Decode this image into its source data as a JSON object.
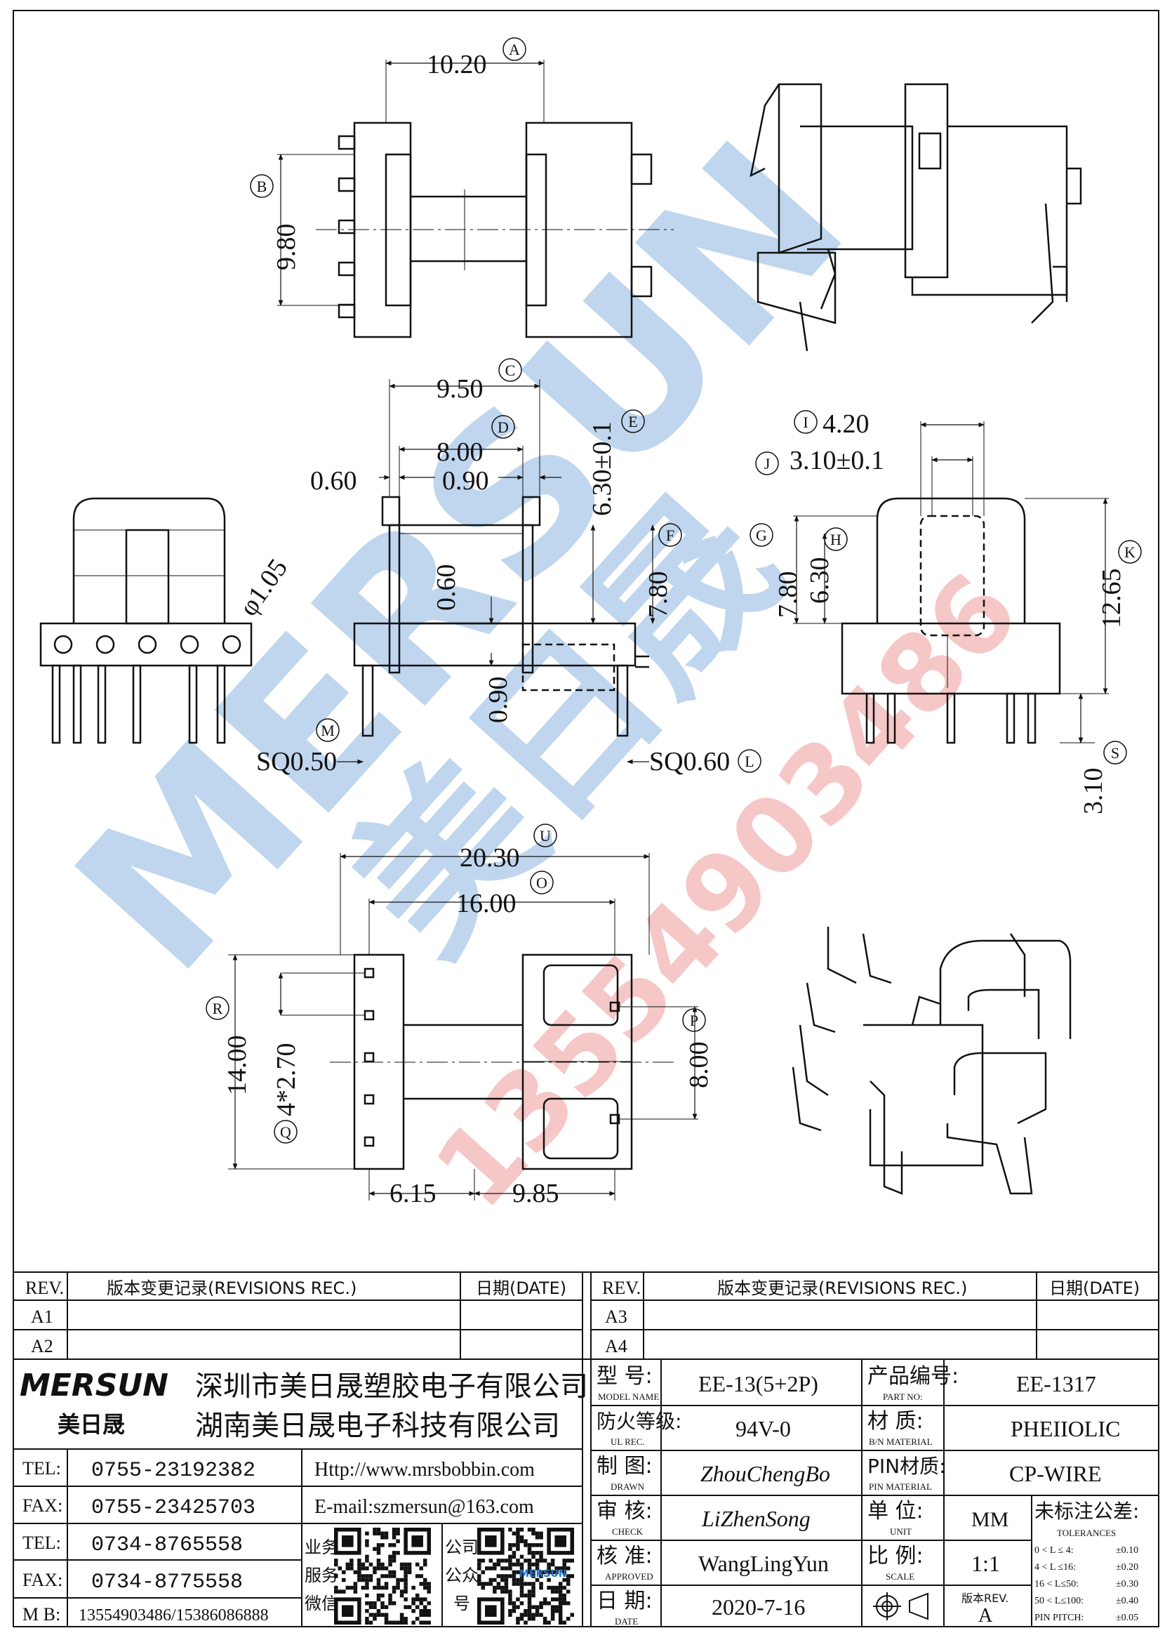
{
  "dimensions": {
    "A": "10.20",
    "B": "9.80",
    "C": "9.50",
    "D": "8.00",
    "E": "6.30±0.1",
    "d060a": "0.60",
    "d090a": "0.90",
    "d060b": "0.60",
    "F": "7.80",
    "d090b": "0.90",
    "phi": "φ1.05",
    "I": "4.20",
    "J": "3.10±0.1",
    "G": "7.80",
    "H": "6.30",
    "K": "12.65",
    "S": "3.10",
    "M": "SQ0.50",
    "L": "SQ0.60",
    "U": "20.30",
    "O": "16.00",
    "R": "14.00",
    "Q": "4*2.70",
    "P": "8.00",
    "d615": "6.15",
    "d985": "9.85"
  },
  "labels": [
    "A",
    "B",
    "C",
    "D",
    "E",
    "F",
    "G",
    "H",
    "I",
    "J",
    "K",
    "L",
    "M",
    "O",
    "P",
    "Q",
    "R",
    "S",
    "U"
  ],
  "watermark": {
    "brand": "MERSUN",
    "cn": "美日晟",
    "phone": "13554903486",
    "brand_color": "#1e6fc4",
    "phone_color": "#e23a3a"
  },
  "revisions": {
    "rev_header": "REV.",
    "rec_header": "版本变更记录(REVISIONS REC.)",
    "date_header": "日期(DATE)",
    "left_rows": [
      "A1",
      "A2"
    ],
    "right_rows": [
      "A3",
      "A4"
    ]
  },
  "company": {
    "logo": "MERSUN",
    "logo_cn": "美日晟",
    "name1": "深圳市美日晟塑胶电子有限公司",
    "name2": "湖南美日晟电子科技有限公司",
    "contacts": [
      {
        "label": "TEL:",
        "value": "0755-23192382",
        "extra": "Http://www.mrsbobbin.com"
      },
      {
        "label": "FAX:",
        "value": "0755-23425703",
        "extra": "E-mail:szmersun@163.com"
      },
      {
        "label": "TEL:",
        "value": "0734-8765558"
      },
      {
        "label": "FAX:",
        "value": "0734-8775558"
      },
      {
        "label": "M B:",
        "value": "13554903486/15386086888"
      }
    ],
    "qr1_label": [
      "业务",
      "服务",
      "微信"
    ],
    "qr2_label": [
      "公司",
      "公众",
      "号"
    ],
    "qr2_logo": "MERSUN"
  },
  "spec": {
    "model_label": "型 号:",
    "model_label_en": "MODEL NAME",
    "model": "EE-13(5+2P)",
    "part_label": "产品编号:",
    "part_label_en": "PART NO:",
    "part": "EE-1317",
    "ul_label": "防火等级:",
    "ul_label_en": "UL REC.",
    "ul": "94V-0",
    "mat_label": "材 质:",
    "mat_label_en": "B/N MATERIAL",
    "material": "PHEIIOLIC",
    "drawn_label": "制 图:",
    "drawn_label_en": "DRAWN",
    "drawn": "ZhouChengBo",
    "pin_label": "PIN材质:",
    "pin_label_en": "PIN MATERIAL",
    "pin": "CP-WIRE",
    "check_label": "审 核:",
    "check_label_en": "CHECK",
    "check": "LiZhenSong",
    "unit_label": "单 位:",
    "unit_label_en": "UNIT",
    "unit": "MM",
    "approved_label": "核 准:",
    "approved_label_en": "APPROVED",
    "approved": "WangLingYun",
    "scale_label": "比 例:",
    "scale_label_en": "SCALE",
    "scale": "1:1",
    "date_label": "日 期:",
    "date_label_en": "DATE",
    "date": "2020-7-16",
    "ver_label": "版本REV.",
    "version": "A",
    "tol_label": "未标注公差:",
    "tol_label_en": "TOLERANCES",
    "tolerances": [
      {
        "range": "0 < L ≤ 4:",
        "value": "±0.10"
      },
      {
        "range": "4 < L ≤16:",
        "value": "±0.20"
      },
      {
        "range": "16 < L≤50:",
        "value": "±0.30"
      },
      {
        "range": "50 < L≤100:",
        "value": "±0.40"
      },
      {
        "range": "PIN PITCH:",
        "value": "±0.05"
      }
    ]
  }
}
